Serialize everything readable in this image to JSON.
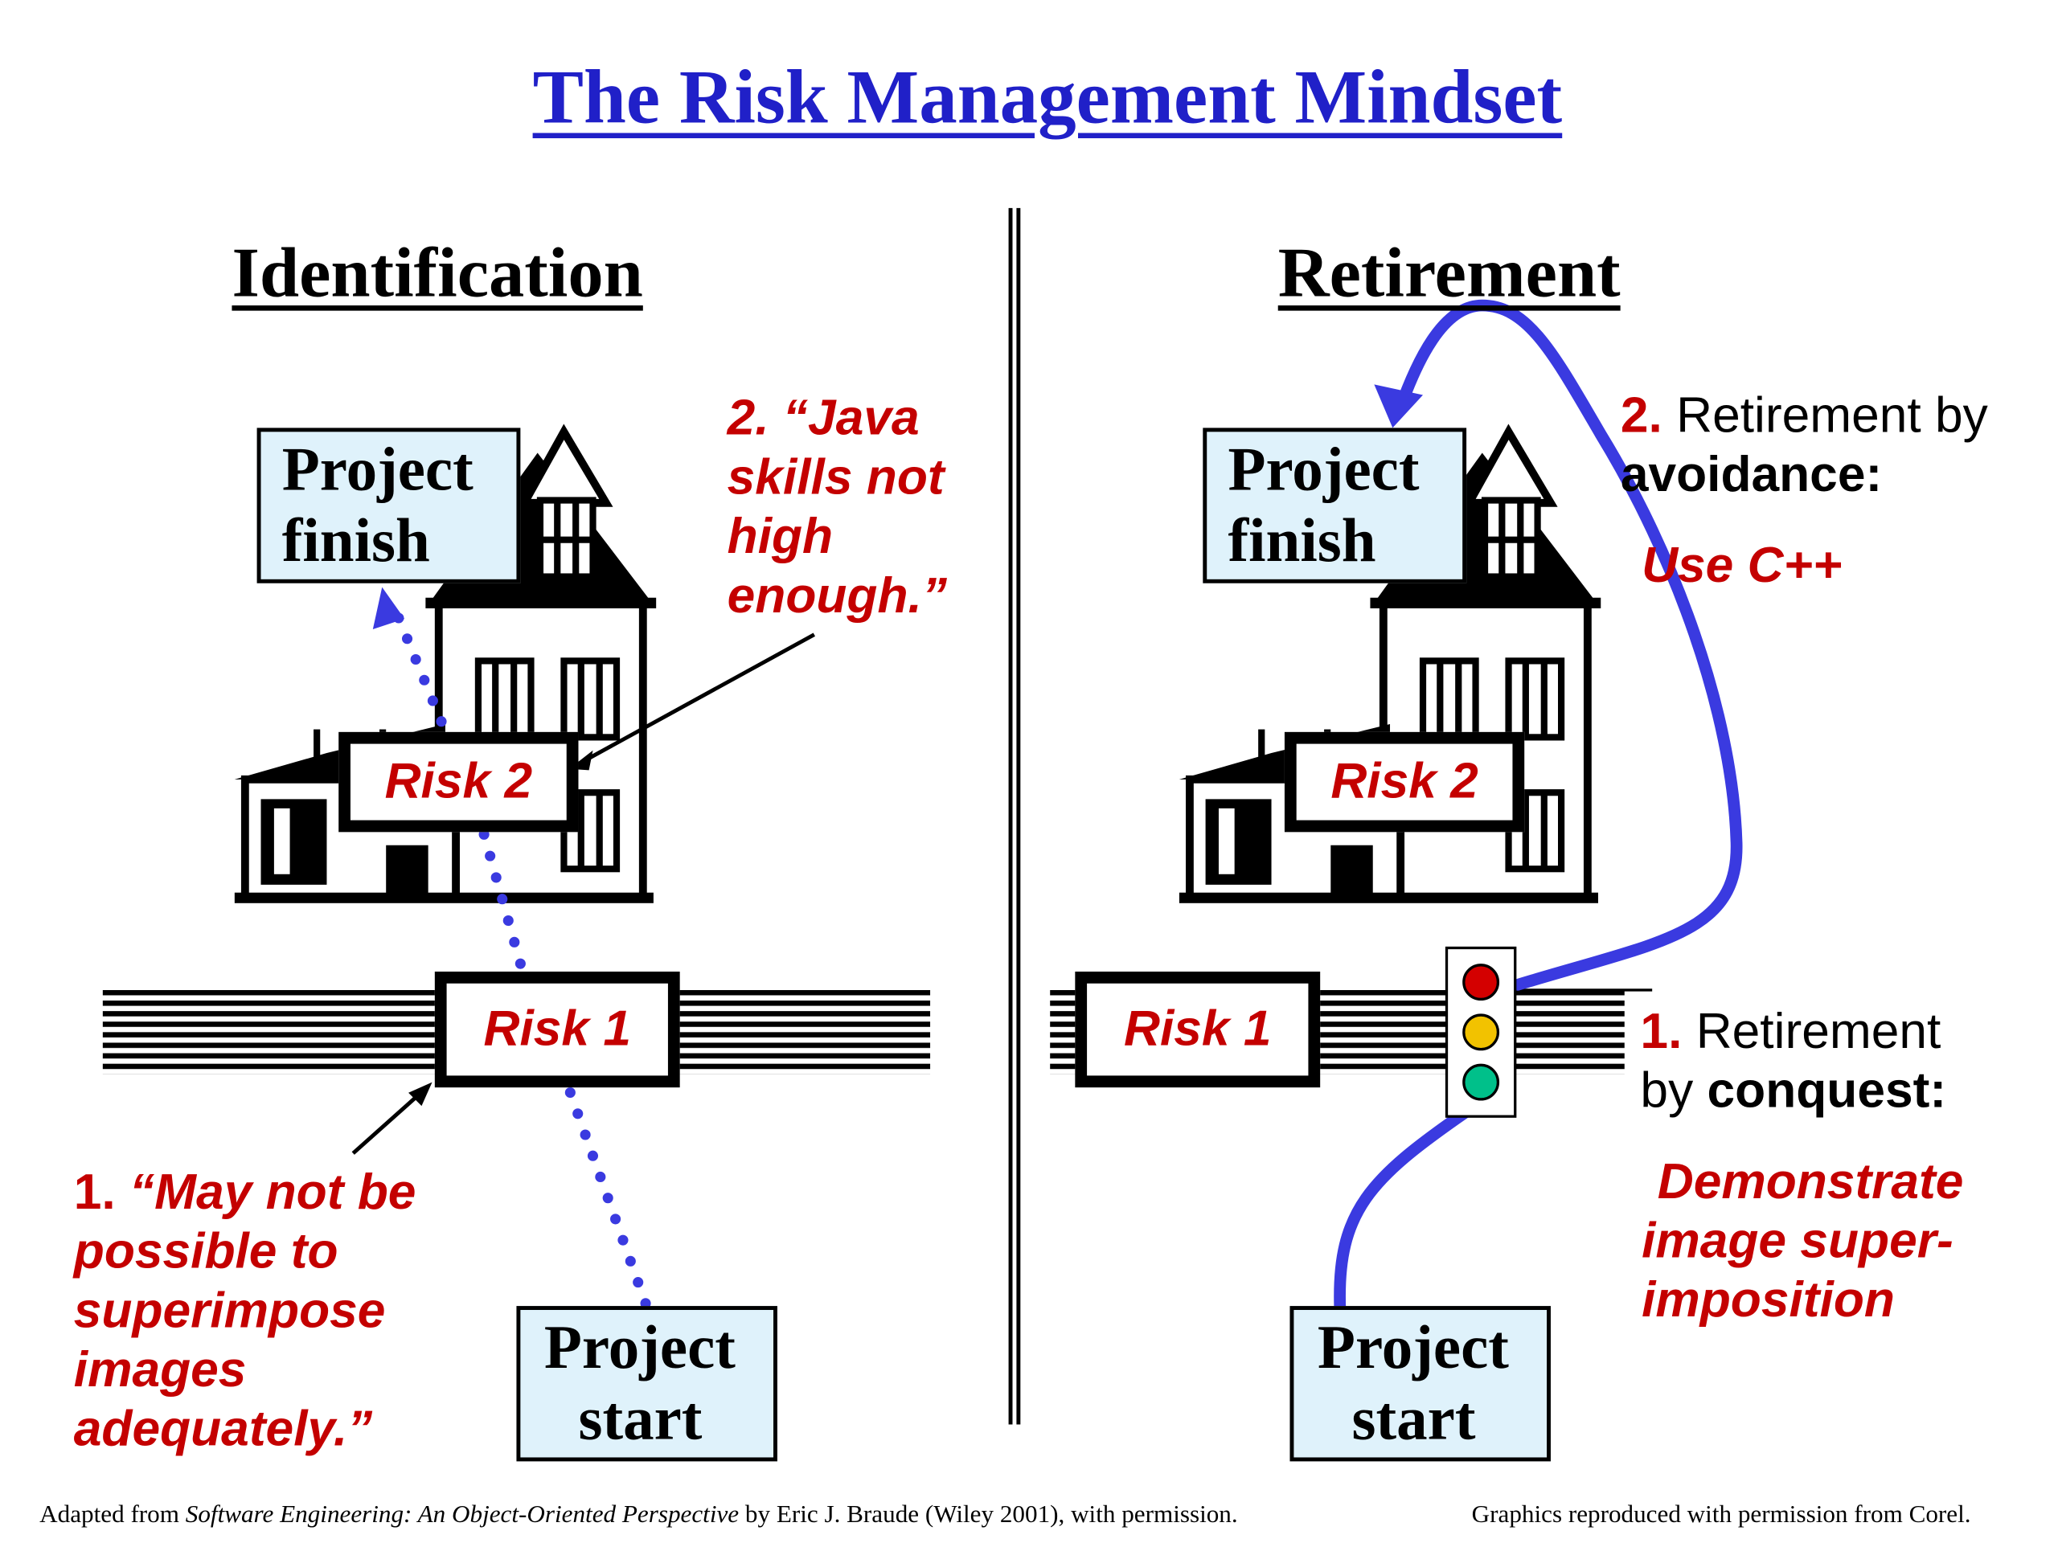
{
  "title": "The Risk Management Mindset",
  "left": {
    "heading": "Identification",
    "finish_box": [
      "Project",
      "finish"
    ],
    "start_box": [
      "Project",
      "start"
    ],
    "risk1": "Risk 1",
    "risk2": "Risk 2",
    "quote2": [
      "2. “Java",
      "skills not",
      "high",
      "enough.”"
    ],
    "quote1": {
      "number": "1.",
      "lines": [
        "“May not be",
        "possible to",
        "superimpose",
        "images",
        "adequately.”"
      ]
    }
  },
  "right": {
    "heading": "Retirement",
    "finish_box": [
      "Project",
      "finish"
    ],
    "start_box": [
      "Project",
      "start"
    ],
    "risk1": "Risk 1",
    "risk2": "Risk 2",
    "note2": {
      "number": "2.",
      "line1": "Retirement by",
      "line2": "avoidance:",
      "action": "Use C++"
    },
    "note1": {
      "number": "1.",
      "line1": "Retirement",
      "line2_prefix": "by",
      "line2_bold": "conquest:",
      "action": [
        "Demonstrate",
        "image super-",
        "imposition"
      ]
    },
    "traffic_light": [
      "#d40000",
      "#f2c200",
      "#00c08a"
    ]
  },
  "footer": {
    "left_prefix": "Adapted from ",
    "book": "Software Engineering: An Object-Oriented Perspective",
    "left_suffix": " by Eric J. Braude (Wiley 2001), with permission.",
    "right": "Graphics reproduced with permission from Corel."
  },
  "colors": {
    "title": "#2020c8",
    "red": "#c40000",
    "box_fill": "#dff2fb",
    "path_blue": "#3a3ae0"
  }
}
